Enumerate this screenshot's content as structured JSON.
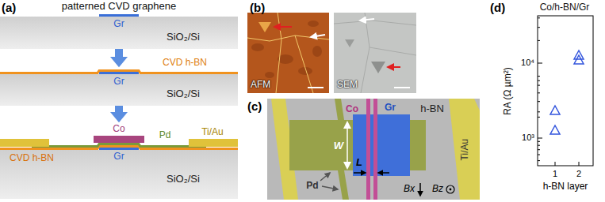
{
  "diagram": {
    "nodes": [
      {
        "text": [
          "SiO₂/Si"
        ]
      },
      {
        "text": [
          "SiO₂/Si"
        ]
      },
      {
        "text": [
          "SiO₂/Si"
        ]
      },
      {
        "text": [
          "AFM"
        ]
      },
      {
        "text": [
          "SEM"
        ]
      }
    ],
    "edges": [
      {
        "from": 0,
        "to": 1,
        "arrow": "to"
      },
      {
        "from": 1,
        "to": 2,
        "arrow": "to"
      }
    ],
    "labels": [
      "(a)",
      "patterned CVD graphene",
      "Gr",
      "CVD h-BN",
      "Gr",
      "Co",
      "Pd",
      "Ti/Au",
      "CVD h-BN",
      "Gr",
      "(b)",
      "(c)",
      "Co",
      "Gr",
      "h-BN",
      "W",
      "L",
      "Pd",
      "Ti/Au",
      "Bx",
      "Bz",
      "(d)",
      "Co/h-BN/Gr",
      "10⁴",
      "10³",
      "1",
      "2",
      "h-BN layer",
      "RA (Ω µm²)"
    ]
  }
}
